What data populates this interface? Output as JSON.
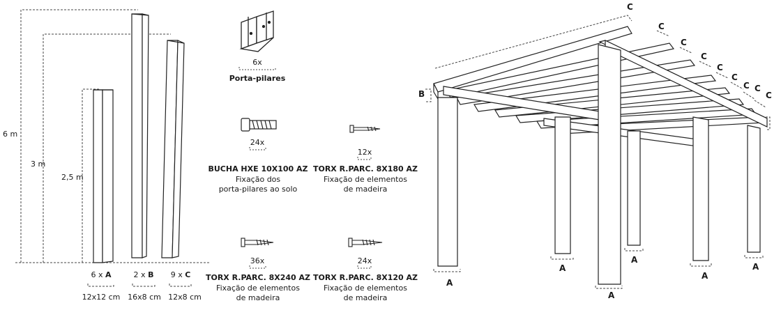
{
  "dimensions": {
    "h6": "6 m",
    "h3": "3 m",
    "h25": "2,5 m"
  },
  "beams": [
    {
      "qty": "6 x",
      "code": "A",
      "section": "12x12 cm"
    },
    {
      "qty": "2 x",
      "code": "B",
      "section": "16x8 cm"
    },
    {
      "qty": "9 x",
      "code": "C",
      "section": "12x8 cm"
    }
  ],
  "hardware": {
    "bracket": {
      "qty": "6x",
      "name": "Porta-pilares"
    },
    "anchor": {
      "qty": "24x",
      "name": "BUCHA HXE 10X100 AZ",
      "desc1": "Fixação dos",
      "desc2": "porta-pilares ao solo"
    },
    "screw180": {
      "qty": "12x",
      "name": "TORX R.PARC. 8X180 AZ",
      "desc1": "Fixação de elementos",
      "desc2": "de madeira"
    },
    "screw240": {
      "qty": "36x",
      "name": "TORX R.PARC. 8X240 AZ",
      "desc1": "Fixação de elementos",
      "desc2": "de madeira"
    },
    "screw120": {
      "qty": "24x",
      "name": "TORX R.PARC. 8X120 AZ",
      "desc1": "Fixação de elementos",
      "desc2": "de madeira"
    }
  },
  "pergola_labels": {
    "post": "A",
    "beam": "B",
    "rafter": "C"
  }
}
